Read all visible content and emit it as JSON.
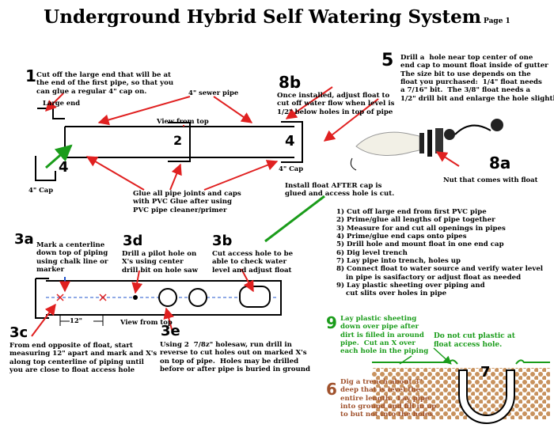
{
  "title": "Underground Hybrid Self Watering System",
  "page_label": "Page 1",
  "colors": {
    "arrow": "#e02020",
    "green": "#1a9c1a",
    "brown": "#a0522d",
    "blue": "#2255cc",
    "soil": "#c8925e"
  },
  "steps": {
    "s1": {
      "number": "1",
      "text": "Cut off the large end that will be at\nthe end of the first pipe, so that you\ncan glue a regular 4\" cap on."
    },
    "s5": {
      "number": "5",
      "text": "Drill a  hole near top center of one\nend cap to mount float inside of gutter\nThe size bit to use depends on the\nfloat you purchased:  1/4\" float needs\na 7/16\" bit.  The 3/8\" float needs a\n1/2\" drill bit and enlarge the hole slightly"
    },
    "s8b": {
      "number": "8b",
      "text": "Once installed, adjust float to\ncut off water flow when level is\n1/2\" below holes in top of pipe"
    },
    "s8a": {
      "number": "8a"
    },
    "s3a": {
      "number": "3a",
      "text": "Mark a centerline\ndown top of piping\nusing chalk line or\nmarker"
    },
    "s3d": {
      "number": "3d",
      "text": "Drill a pilot hole on\nX's using center\ndrill bit on hole saw"
    },
    "s3b": {
      "number": "3b",
      "text": "Cut access hole to be\nable to check water\nlevel and adjust float"
    },
    "s3c": {
      "number": "3c",
      "text": "From end opposite of float, start\nmeasuring 12\" apart and mark and X's\nalong top centerline of piping until\nyou are close to float access hole"
    },
    "s3e": {
      "number": "3e",
      "text": "Using 2  7/8z\" holesaw, run drill in\nreverse to cut holes out on marked X's\non top of pipe.  Holes may be drilled\nbefore or after pipe is buried in ground"
    },
    "s9": {
      "number": "9",
      "text": "Lay plastic sheeting\ndown over pipe after\ndirt is filled in around\npipe.  Cut an X over\neach hole in the piping"
    },
    "s6": {
      "number": "6",
      "text": "Dig a trench about 3\"\ndeep that is level the\nentire length.  Lay pipe\ninto ground and fill in up\nto but not into the holes"
    }
  },
  "labels": {
    "large_end": "Large end",
    "sewer_pipe": "4\" sewer pipe",
    "view_from_top": "View from top",
    "view_from_top_2": "View from top",
    "cap_left": "4\" Cap",
    "cap_right": "4\" Cap",
    "num4_left": "4",
    "num4_right": "4",
    "num2": "2",
    "num7": "7",
    "glue": "Glue all pipe joints and caps\nwith PVC Glue after using\nPVC pipe cleaner/primer",
    "nut": "Nut that comes with float",
    "install_float": "Install float AFTER cap is\nglued and access hole is cut.",
    "twelve_inch": "12\"",
    "no_cut": "Do not cut plastic at\nfloat access hole."
  },
  "procedure": [
    "1) Cut off large end from first PVC pipe",
    "2) Prime/glue all lengths of pipe together",
    "3) Measure for and cut all openings in pipes",
    "4) Prime/glue end caps onto pipes",
    "5) Drill hole and mount float in one end cap",
    "6) Dig level trench",
    "7) Lay pipe into trench, holes up",
    "8) Connect float to water source and verify water level\n    in pipe is sasifactory or adjust float as needed",
    "9) Lay plastic sheeting over piping and\n    cut slits over holes in pipe"
  ]
}
